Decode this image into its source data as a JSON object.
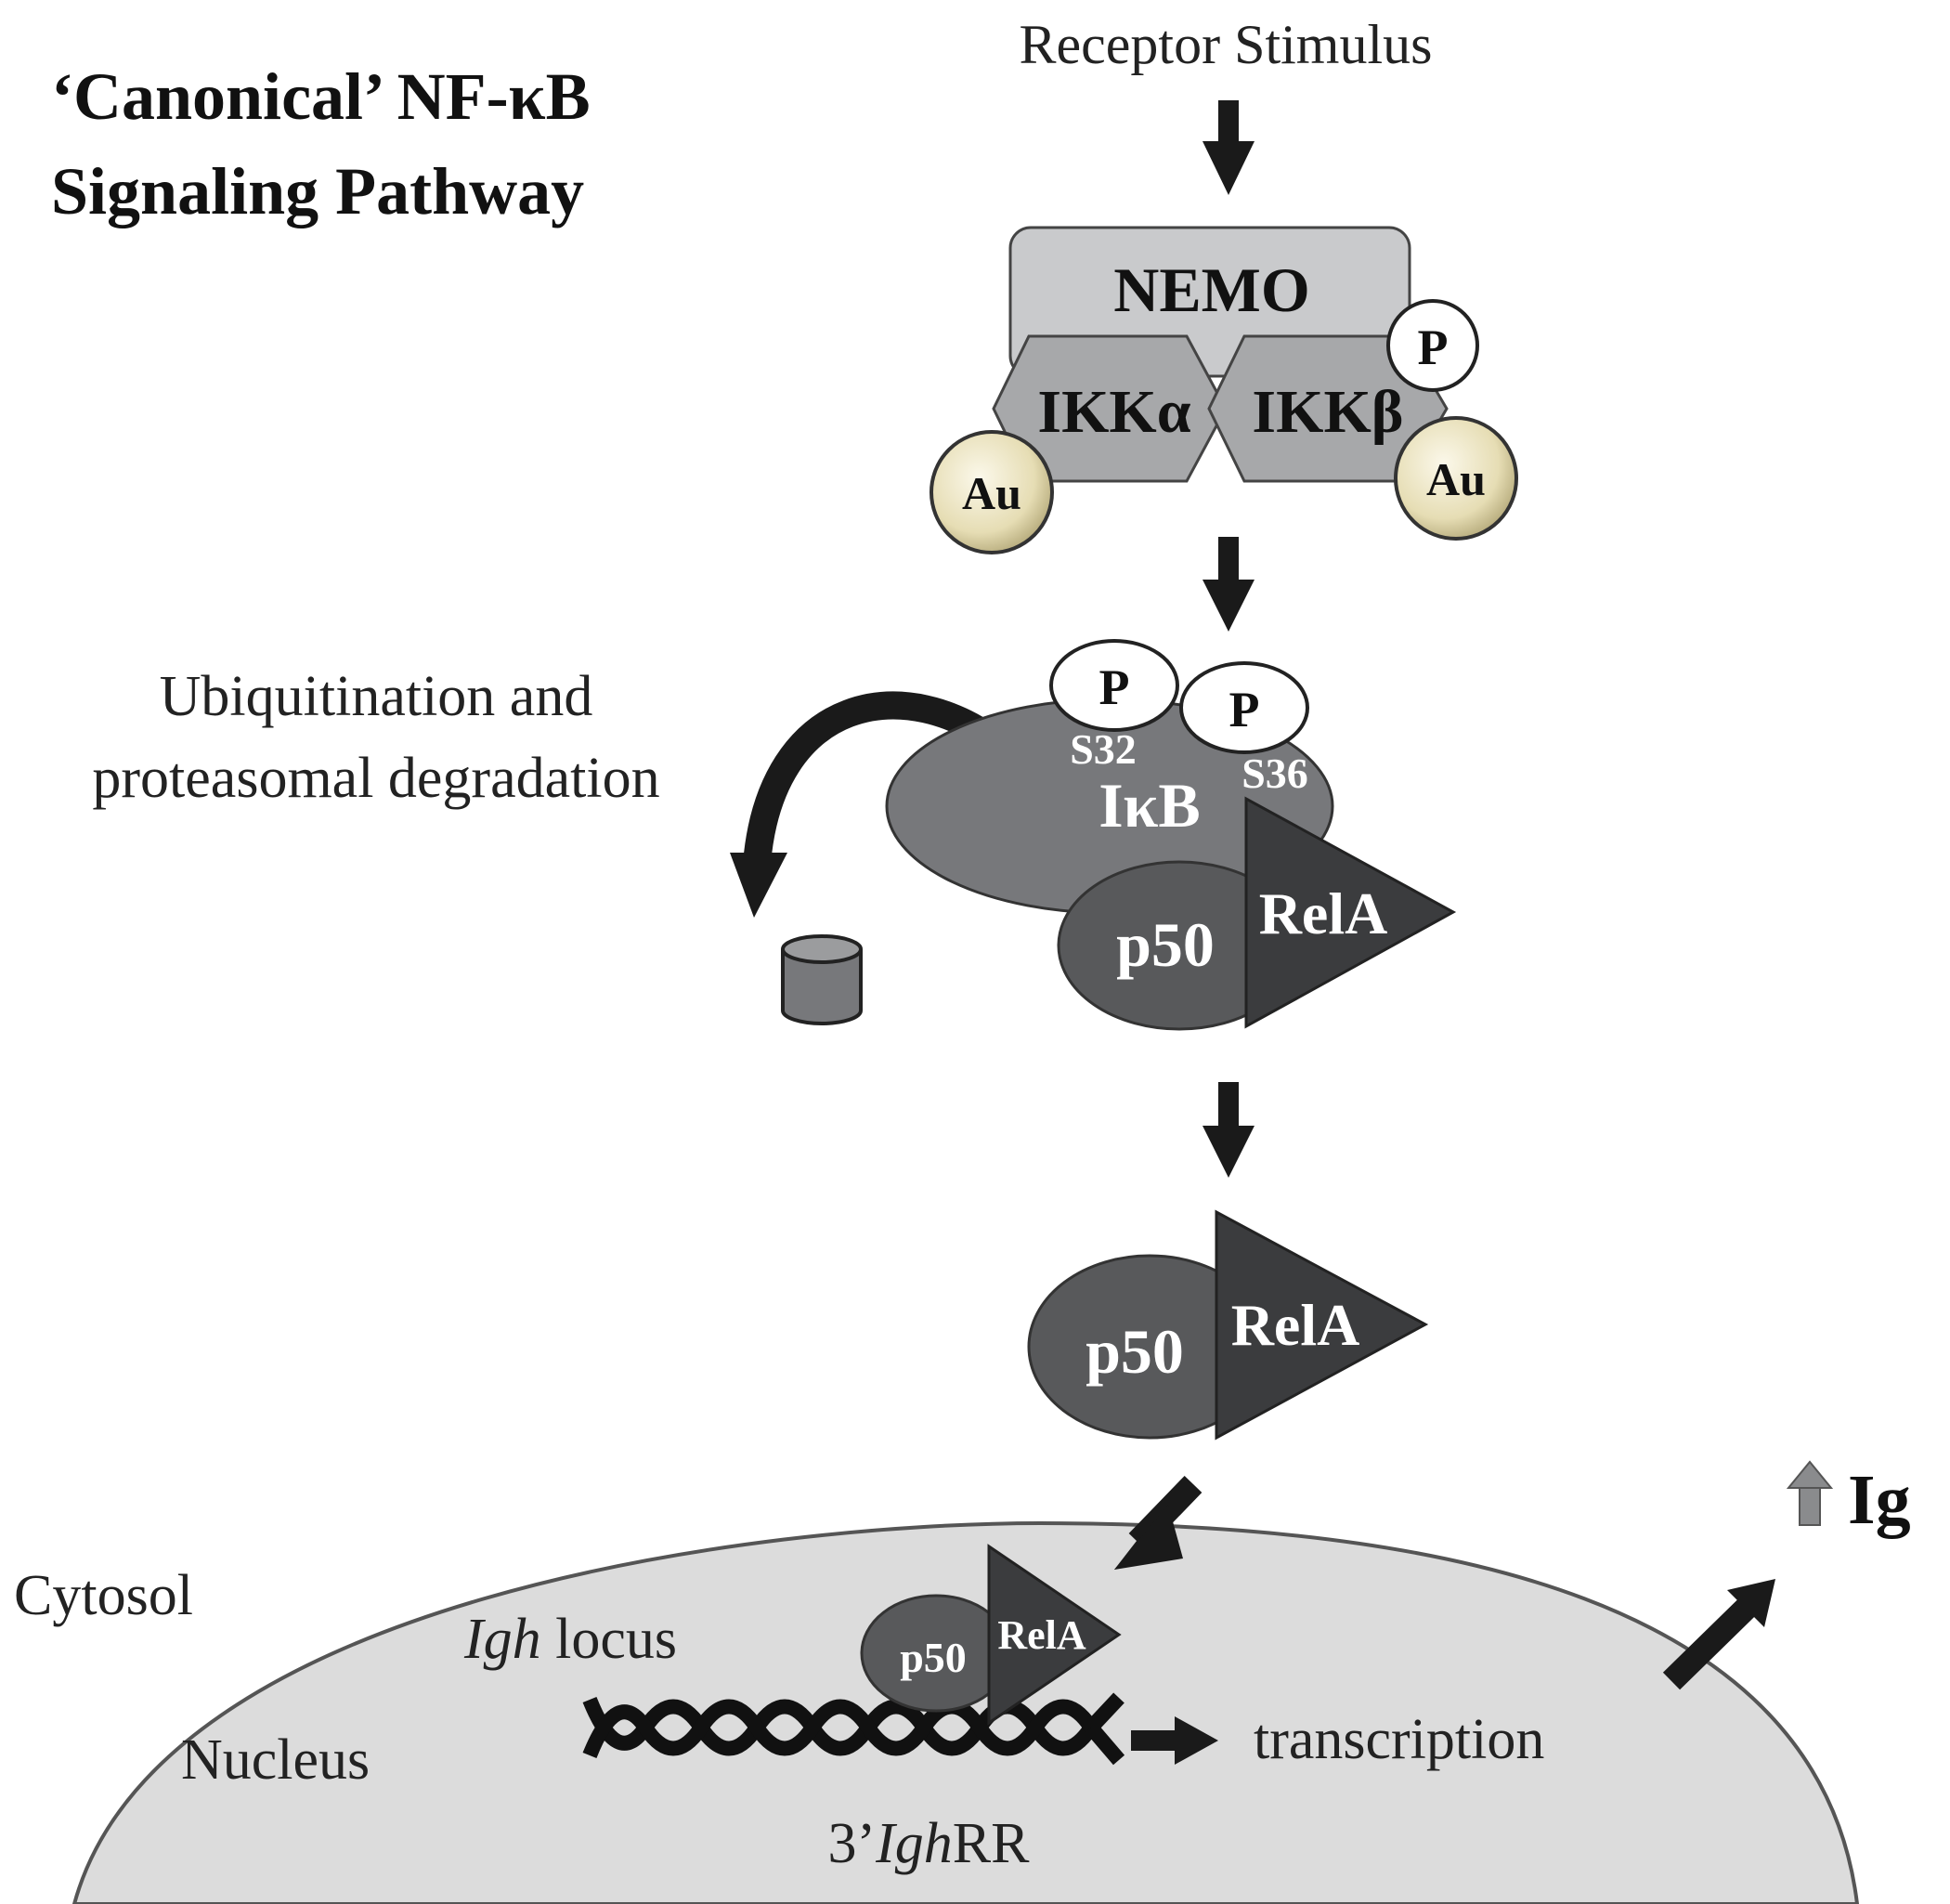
{
  "title": {
    "line1": "‘Canonical’ NF-κB",
    "line2": "Signaling Pathway"
  },
  "labels": {
    "receptor_stimulus": "Receptor Stimulus",
    "nemo": "NEMO",
    "ikk_alpha": "IKKα",
    "ikk_beta": "IKKβ",
    "phospho": "P",
    "gold": "Au",
    "degradation_line1": "Ubiquitination and",
    "degradation_line2": "proteasomal degradation",
    "s32": "S32",
    "s36": "S36",
    "ikb": "IκB",
    "p50": "p50",
    "rela": "RelA",
    "ig": "Ig",
    "cytosol": "Cytosol",
    "nucleus": "Nucleus",
    "igh_italic": "Igh",
    "locus": " locus",
    "transcription": "transcription",
    "rr_prefix": "3’",
    "rr_italic": "Igh",
    "rr_suffix": "RR"
  },
  "colors": {
    "nemo_fill": "#c9cacc",
    "ikk_fill": "#a7a8aa",
    "ikb_fill": "#77787b",
    "p50_fill": "#58595b",
    "rela_fill": "#3b3c3e",
    "nucleus_fill": "#dcdcdc",
    "gold_fill": "#e6ddb4",
    "arrow": "#1a1a1a"
  }
}
